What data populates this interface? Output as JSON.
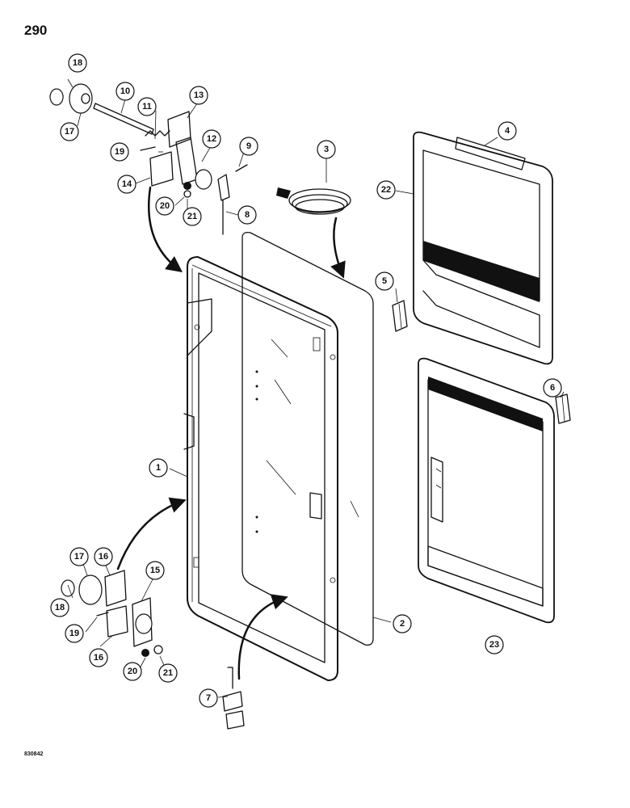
{
  "page": {
    "number": "290",
    "figure_id": "830842"
  },
  "callouts": [
    "1",
    "2",
    "3",
    "4",
    "5",
    "6",
    "7",
    "8",
    "9",
    "10",
    "11",
    "12",
    "13",
    "14",
    "15",
    "16",
    "16",
    "17",
    "17",
    "18",
    "18",
    "19",
    "19",
    "20",
    "20",
    "21",
    "21",
    "22",
    "23"
  ],
  "colors": {
    "ink": "#111111",
    "paper": "#ffffff"
  }
}
